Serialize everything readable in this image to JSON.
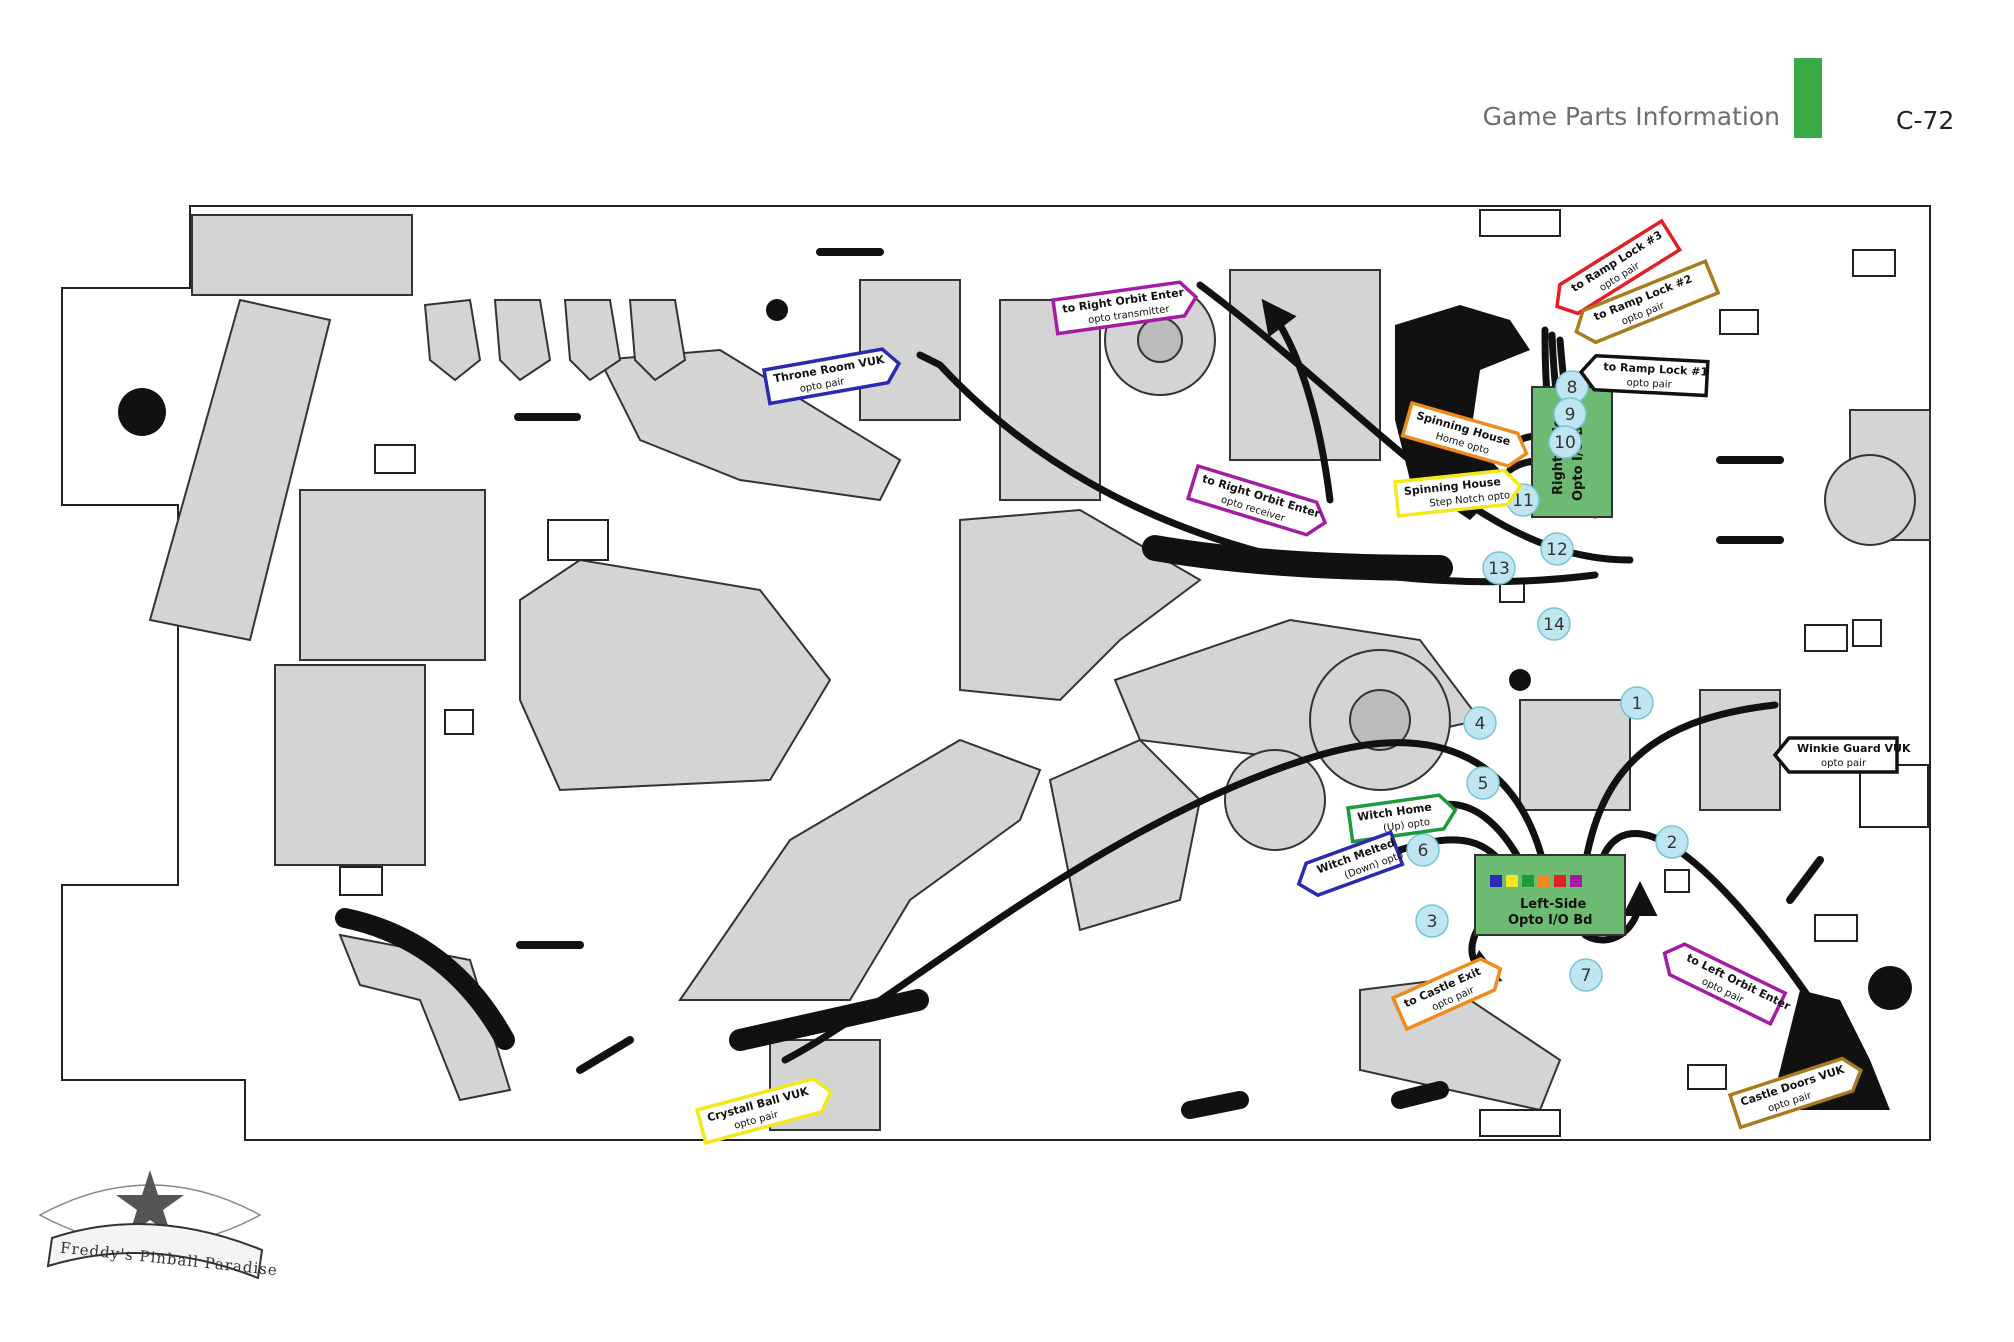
{
  "header": {
    "title": "Game Parts Information",
    "page": "C-72",
    "accent_color": "#3aaa49"
  },
  "logo": {
    "text": "Freddy's Pinball Paradise"
  },
  "boards": {
    "right": {
      "name": "Right-Side",
      "sub": "Opto I/O Bd"
    },
    "left": {
      "name": "Left-Side",
      "sub": "Opto I/O Bd"
    }
  },
  "callouts": [
    {
      "id": "ramp3",
      "name": "to Ramp Lock #3",
      "sub": "opto pair",
      "color": "#e41e26"
    },
    {
      "id": "ramp2",
      "name": "to Ramp Lock #2",
      "sub": "opto pair",
      "color": "#a67c1f"
    },
    {
      "id": "ramp1",
      "name": "to Ramp Lock #1",
      "sub": "opto pair",
      "color": "#111111"
    },
    {
      "id": "rotx",
      "name": "to Right Orbit Enter",
      "sub": "opto transmitter",
      "color": "#a41ca5"
    },
    {
      "id": "rorx",
      "name": "to Right Orbit Enter",
      "sub": "opto receiver",
      "color": "#a41ca5"
    },
    {
      "id": "throne",
      "name": "Throne Room VUK",
      "sub": "opto pair",
      "color": "#2a2ab5"
    },
    {
      "id": "shhome",
      "name": "Spinning House",
      "sub": "Home opto",
      "color": "#f08a1c"
    },
    {
      "id": "shstep",
      "name": "Spinning House",
      "sub": "Step Notch opto",
      "color": "#f2e81c"
    },
    {
      "id": "winkie",
      "name": "Winkie Guard VUK",
      "sub": "opto pair",
      "color": "#111111"
    },
    {
      "id": "witchhome",
      "name": "Witch Home",
      "sub": "(Up) opto",
      "color": "#1f9a3a"
    },
    {
      "id": "witchmelt",
      "name": "Witch Melted",
      "sub": "(Down) opto",
      "color": "#2a2ab5"
    },
    {
      "id": "castleexit",
      "name": "to Castle Exit",
      "sub": "opto pair",
      "color": "#f08a1c"
    },
    {
      "id": "leftorbit",
      "name": "to Left Orbit Enter",
      "sub": "opto pair",
      "color": "#a41ca5"
    },
    {
      "id": "castledoors",
      "name": "Castle Doors VUK",
      "sub": "opto pair",
      "color": "#a67c1f"
    },
    {
      "id": "crystal",
      "name": "Crystall Ball VUK",
      "sub": "opto pair",
      "color": "#f2e81c"
    }
  ],
  "connectors": [
    "1",
    "2",
    "3",
    "4",
    "5",
    "6",
    "7",
    "8",
    "9",
    "10",
    "11",
    "12",
    "13",
    "14"
  ]
}
